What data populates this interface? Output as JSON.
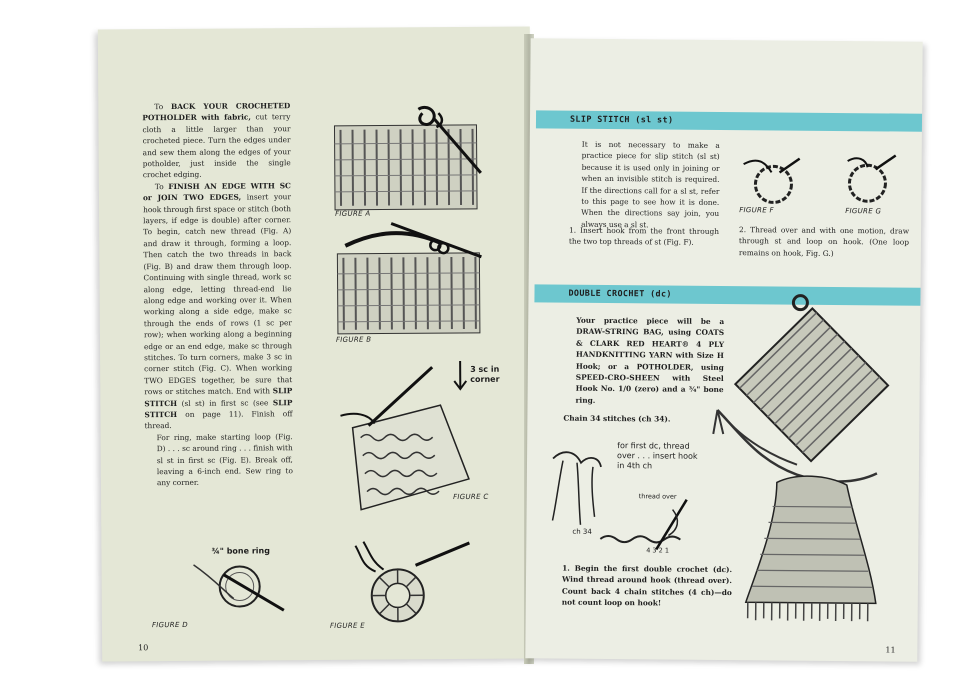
{
  "left": {
    "p_back_intro": "To ",
    "p_back_bold": "BACK YOUR CROCHETED POTHOLDER with fabric,",
    "p_back_rest": " cut terry cloth a little larger than your crocheted piece. Turn the edges under and sew them along the edges of your potholder, just inside the single crochet edging.",
    "p_finish_intro": "To ",
    "p_finish_bold": "FINISH AN EDGE WITH SC or JOIN TWO EDGES,",
    "p_finish_rest": " insert your hook through first space or stitch (both layers, if edge is double) after corner. To begin, catch new thread (Fig. A) and draw it through, forming a loop. Then catch the two threads in back (Fig. B) and draw them through loop. Continuing with single thread, work sc along edge, letting thread-end lie along edge and working over it. When working along a side edge, make sc through the ends of rows (1 sc per row); when working along a beginning edge or an end edge, make sc through stitches. To turn corners, make 3 sc in corner stitch (Fig. C). When working TWO EDGES together, be sure that rows or stitches match. End with ",
    "p_finish_bold2": "SLIP STITCH",
    "p_finish_mid": " (sl st) in first sc (see ",
    "p_finish_bold3": "SLIP STITCH",
    "p_finish_end": " on page 11). Finish off thread.",
    "p_ring": "For ring, make starting loop (Fig. D) . . . sc around ring . . . finish with sl st in first sc (Fig. E). Break off, leaving a 6-inch end. Sew ring to any corner.",
    "figure_a": "FIGURE A",
    "figure_b": "FIGURE B",
    "figure_c": "FIGURE C",
    "figure_d": "FIGURE D",
    "figure_e": "FIGURE E",
    "note_3sc_line1": "3 sc in",
    "note_3sc_line2": "corner",
    "note_bone_ring": "¾\" bone ring",
    "page_number": "10"
  },
  "right": {
    "slip_heading": "SLIP STITCH (sl st)",
    "slip_para": "It is not necessary to make a practice piece for slip stitch (sl st) because it is used only in joining or when an invisible stitch is required. If the directions call for a sl st, refer to this page to see how it is done. When the directions say join, you always use a sl st.",
    "slip_step1": "1. Insert hook from the front through the two top threads of st (Fig. F).",
    "slip_step2": "2. Thread over and with one motion, draw through st and loop on hook. (One loop remains on hook, Fig. G.)",
    "figure_f": "FIGURE F",
    "figure_g": "FIGURE G",
    "dc_heading": "DOUBLE CROCHET (dc)",
    "dc_para": "Your practice piece will be a DRAW-STRING BAG, using COATS & CLARK RED HEART® 4 PLY HANDKNITTING YARN with Size H Hook; or a POTHOLDER, using SPEED-CRO-SHEEN with Steel Hook No. 1/0 (zero) and a ¾\" bone ring.",
    "chain_line": "Chain 34 stitches (ch 34).",
    "note_first_dc": "for first dc, thread over . . . insert hook in 4th ch",
    "note_thread_over": "thread over",
    "note_ch34": "ch 34",
    "note_count": "4  3  2  1",
    "dc_step1": "1. Begin the first double crochet (dc). Wind thread around hook (thread over). Count back 4 chain stitches (4 ch)—do not count loop on hook!",
    "page_number": "11"
  },
  "colors": {
    "band": "#6dc7cf",
    "paper_left": "#e4e7d6",
    "paper_right": "#eceee4",
    "ink": "#1e1e1e"
  }
}
